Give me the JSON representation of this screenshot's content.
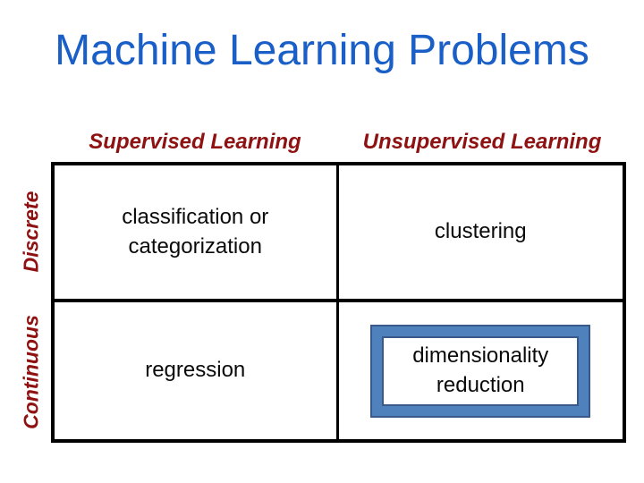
{
  "slide": {
    "title": "Machine Learning Problems"
  },
  "matrix": {
    "column_headers": [
      {
        "label": "Supervised Learning"
      },
      {
        "label": "Unsupervised Learning"
      }
    ],
    "row_headers": [
      {
        "label": "Discrete"
      },
      {
        "label": "Continuous"
      }
    ],
    "cells": [
      {
        "row": "Discrete",
        "column": "Supervised Learning",
        "label": "classification or categorization",
        "highlighted": false
      },
      {
        "row": "Discrete",
        "column": "Unsupervised Learning",
        "label": "clustering",
        "highlighted": false
      },
      {
        "row": "Continuous",
        "column": "Supervised Learning",
        "label": "regression",
        "highlighted": false
      },
      {
        "row": "Continuous",
        "column": "Unsupervised Learning",
        "label": "dimensionality reduction",
        "highlighted": true
      }
    ]
  },
  "colors": {
    "title": "#1a5fc8",
    "headers": "#8e1212",
    "grid_line": "#000000",
    "cell_text": "#0a0a0a",
    "highlight_fill": "#4f81bd",
    "highlight_border": "#38598a"
  }
}
